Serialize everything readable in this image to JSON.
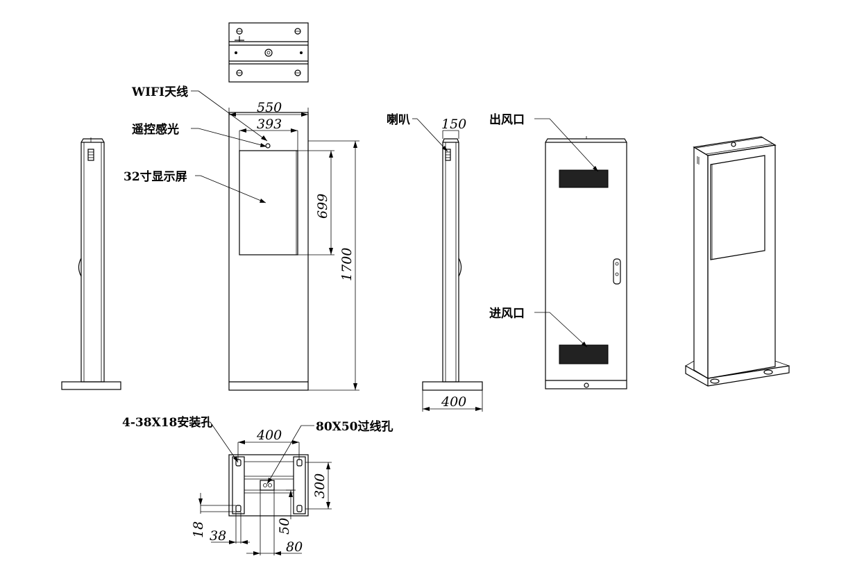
{
  "labels": {
    "wifi": "WIFI天线",
    "remote": "遥控感光",
    "screen": "32寸显示屏",
    "speaker": "喇叭",
    "outlet": "出风口",
    "inlet": "进风口",
    "mount_holes": "4-38X18安装孔",
    "cable_hole": "80X50过线孔"
  },
  "dimensions": {
    "width_550": "550",
    "width_393": "393",
    "height_699": "699",
    "height_1700": "1700",
    "side_150": "150",
    "base_400": "400",
    "bottom_400": "400",
    "bottom_300": "300",
    "d18": "18",
    "d38": "38",
    "d50": "50",
    "d80": "80"
  },
  "colors": {
    "line": "#000000",
    "background": "#ffffff"
  }
}
